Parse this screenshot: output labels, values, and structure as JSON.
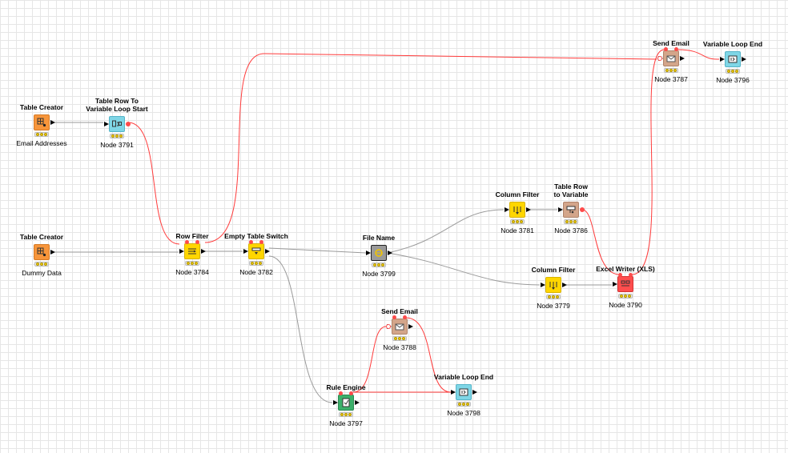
{
  "nodes": {
    "n_email_tc": {
      "title": "Table Creator",
      "label": "Email Addresses",
      "color": "orange",
      "icon": "table-creator-icon"
    },
    "n3791": {
      "title": "Table Row To\nVariable Loop Start",
      "label": "Node 3791",
      "color": "cyan",
      "icon": "loop-start-icon"
    },
    "n_dummy_tc": {
      "title": "Table Creator",
      "label": "Dummy Data",
      "color": "orange",
      "icon": "table-creator-icon"
    },
    "n3784": {
      "title": "Row Filter",
      "label": "Node 3784",
      "color": "yellow",
      "icon": "row-filter-icon"
    },
    "n3782": {
      "title": "Empty Table Switch",
      "label": "Node 3782",
      "color": "yellow",
      "icon": "switch-icon"
    },
    "n3799": {
      "title": "File Name",
      "label": "Node 3799",
      "color": "gray",
      "icon": "file-name-icon"
    },
    "n3781": {
      "title": "Column Filter",
      "label": "Node 3781",
      "color": "yellow",
      "icon": "column-filter-icon"
    },
    "n3786": {
      "title": "Table Row\nto Variable",
      "label": "Node 3786",
      "color": "tan",
      "icon": "table-row-variable-icon"
    },
    "n3779": {
      "title": "Column Filter",
      "label": "Node 3779",
      "color": "yellow",
      "icon": "column-filter-icon"
    },
    "n3790": {
      "title": "Excel Writer (XLS)",
      "label": "Node 3790",
      "color": "red",
      "icon": "excel-writer-icon"
    },
    "n3787": {
      "title": "Send Email",
      "label": "Node 3787",
      "color": "tan",
      "icon": "email-icon"
    },
    "n3796": {
      "title": "Variable Loop End",
      "label": "Node 3796",
      "color": "cyan",
      "icon": "loop-end-icon"
    },
    "n3788": {
      "title": "Send Email",
      "label": "Node 3788",
      "color": "tan",
      "icon": "email-icon"
    },
    "n3797": {
      "title": "Rule Engine",
      "label": "Node 3797",
      "color": "green",
      "icon": "rule-engine-icon"
    },
    "n3798": {
      "title": "Variable Loop End",
      "label": "Node 3798",
      "color": "cyan",
      "icon": "loop-end-icon"
    }
  },
  "colors": {
    "data_connection": "#9a9a9a",
    "variable_connection": "#ff3b3b",
    "status_dot": "#f5d000"
  }
}
